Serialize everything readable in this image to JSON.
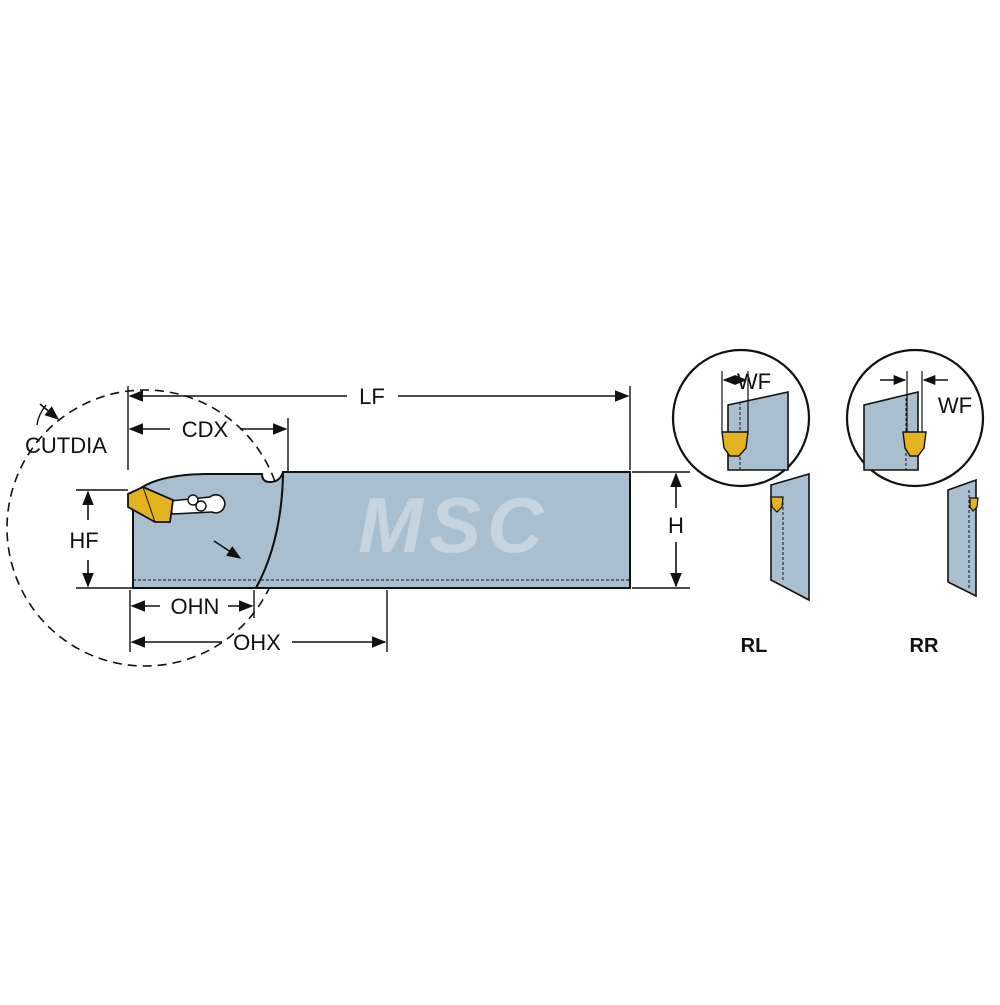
{
  "labels": {
    "cutdia": "CUTDIA",
    "cdx": "CDX",
    "lf": "LF",
    "hf": "HF",
    "h": "H",
    "ohn": "OHN",
    "ohx": "OHX",
    "wf_rl": "WF",
    "wf_rr": "WF",
    "rl": "RL",
    "rr": "RR"
  },
  "watermark": "MSC",
  "colors": {
    "tool_body": "#a9bfcf",
    "tool_body_dark": "#7f9aae",
    "insert": "#e3b420",
    "line": "#111111"
  }
}
